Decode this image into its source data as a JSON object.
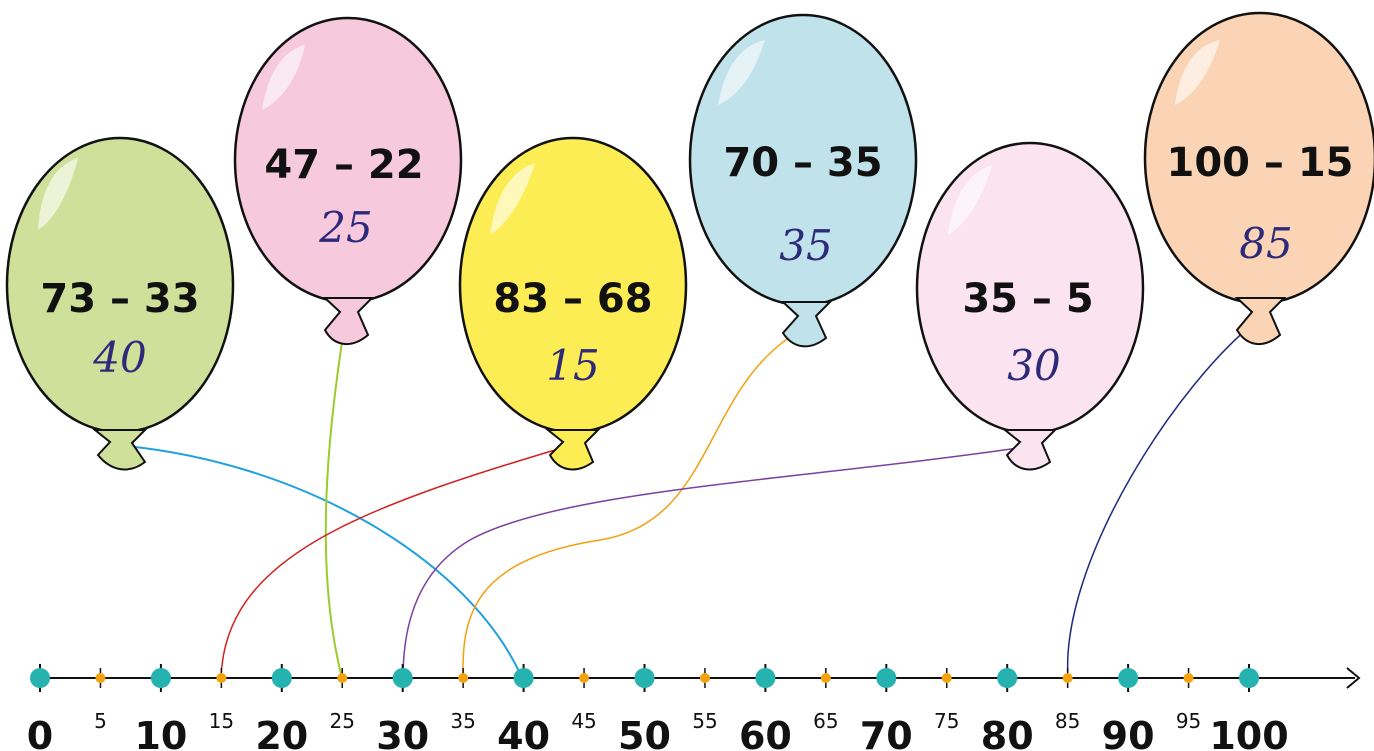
{
  "number_line": {
    "major_ticks": [
      {
        "value": 0,
        "label": "0"
      },
      {
        "value": 10,
        "label": "10"
      },
      {
        "value": 20,
        "label": "20"
      },
      {
        "value": 30,
        "label": "30"
      },
      {
        "value": 40,
        "label": "40"
      },
      {
        "value": 50,
        "label": "50"
      },
      {
        "value": 60,
        "label": "60"
      },
      {
        "value": 70,
        "label": "70"
      },
      {
        "value": 80,
        "label": "80"
      },
      {
        "value": 90,
        "label": "90"
      },
      {
        "value": 100,
        "label": "100"
      }
    ],
    "minor_ticks": [
      {
        "value": 5,
        "label": "5"
      },
      {
        "value": 15,
        "label": "15"
      },
      {
        "value": 25,
        "label": "25"
      },
      {
        "value": 35,
        "label": "35"
      },
      {
        "value": 45,
        "label": "45"
      },
      {
        "value": 55,
        "label": "55"
      },
      {
        "value": 65,
        "label": "65"
      },
      {
        "value": 75,
        "label": "75"
      },
      {
        "value": 85,
        "label": "85"
      },
      {
        "value": 95,
        "label": "95"
      }
    ],
    "major_dot_color": "#26b3b0",
    "minor_dot_color": "#f4a30f",
    "line_color": "#111111"
  },
  "balloons": [
    {
      "expression": "73 – 33",
      "answer": "40",
      "target": 40,
      "color": "#cfe09a",
      "string_color": "#1fa0e0"
    },
    {
      "expression": "47 – 22",
      "answer": "25",
      "target": 25,
      "color": "#f6c9dc",
      "string_color": "#9ccb2c"
    },
    {
      "expression": "83 – 68",
      "answer": "15",
      "target": 15,
      "color": "#fded54",
      "string_color": "#d42020"
    },
    {
      "expression": "70 – 35",
      "answer": "35",
      "target": 35,
      "color": "#bfe2eb",
      "string_color": "#f2a010"
    },
    {
      "expression": "35 – 5",
      "answer": "30",
      "target": 30,
      "color": "#fbe3f0",
      "string_color": "#7b3fa0"
    },
    {
      "expression": "100 – 15",
      "answer": "85",
      "target": 85,
      "color": "#fbd4b5",
      "string_color": "#1f2a80"
    }
  ]
}
